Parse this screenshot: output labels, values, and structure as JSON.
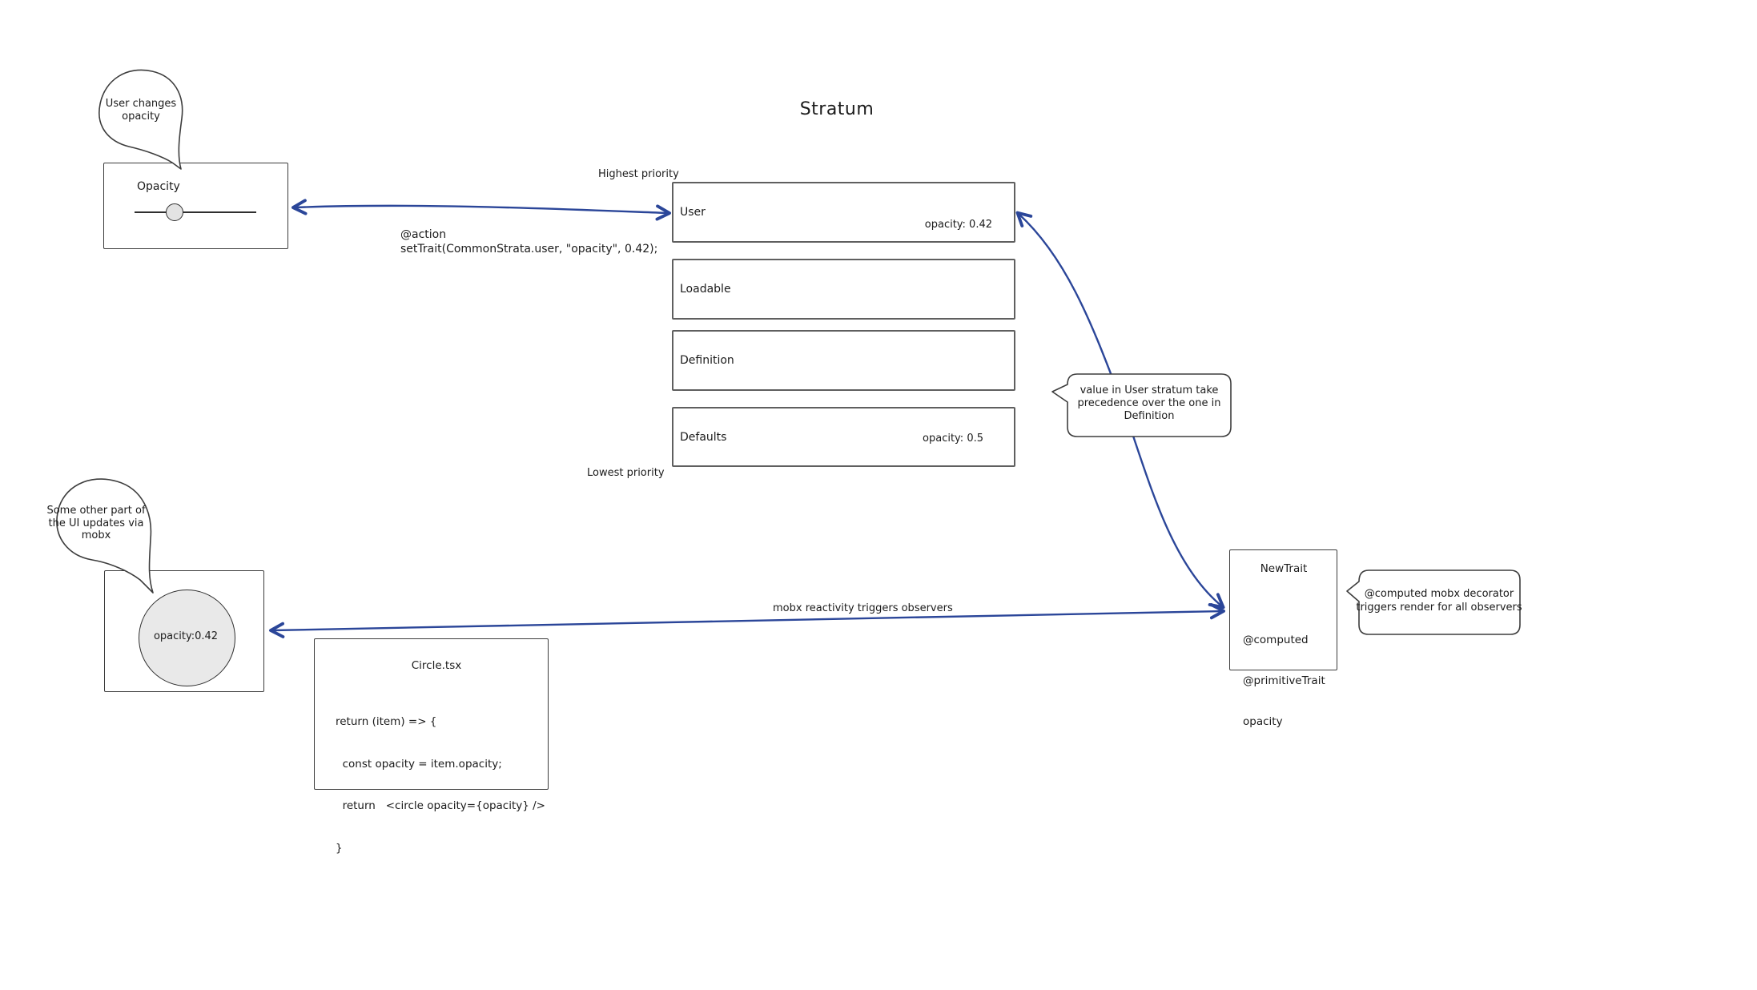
{
  "title": "Stratum",
  "colors": {
    "arrow_blue": "#2b4699",
    "box_border": "#5f5f5f",
    "shape_fill": "#e9e9e9"
  },
  "priority_labels": {
    "highest": "Highest priority",
    "lowest": "Lowest priority"
  },
  "opacity_panel": {
    "label": "Opacity"
  },
  "action_code": {
    "line1": "@action",
    "line2": "setTrait(CommonStrata.user, \"opacity\", 0.42);"
  },
  "strata": [
    {
      "name": "User",
      "value": "opacity: 0.42"
    },
    {
      "name": "Loadable",
      "value": ""
    },
    {
      "name": "Definition",
      "value": ""
    },
    {
      "name": "Defaults",
      "value": "opacity: 0.5"
    }
  ],
  "bubbles": {
    "user_changes": {
      "lines": [
        "User changes",
        "opacity"
      ]
    },
    "precedence": {
      "lines": [
        "value in User stratum take",
        "precedence over the one in",
        "Definition"
      ]
    },
    "computed": {
      "lines": [
        "@computed mobx decorator",
        "triggers render for all observers"
      ]
    },
    "ui_updates": {
      "lines": [
        "Some other part of",
        "the UI updates via",
        "mobx"
      ]
    }
  },
  "newtrait": {
    "title": "NewTrait",
    "lines": [
      "@computed",
      "@primitiveTrait",
      "opacity"
    ]
  },
  "arrows": {
    "mobx_label": "mobx reactivity triggers observers"
  },
  "circle_panel": {
    "circle_text": "opacity:0.42"
  },
  "code_panel": {
    "title": "Circle.tsx",
    "lines": [
      "return (item) => {",
      "  const opacity = item.opacity;",
      "  return   <circle opacity={opacity} />",
      "}"
    ]
  }
}
